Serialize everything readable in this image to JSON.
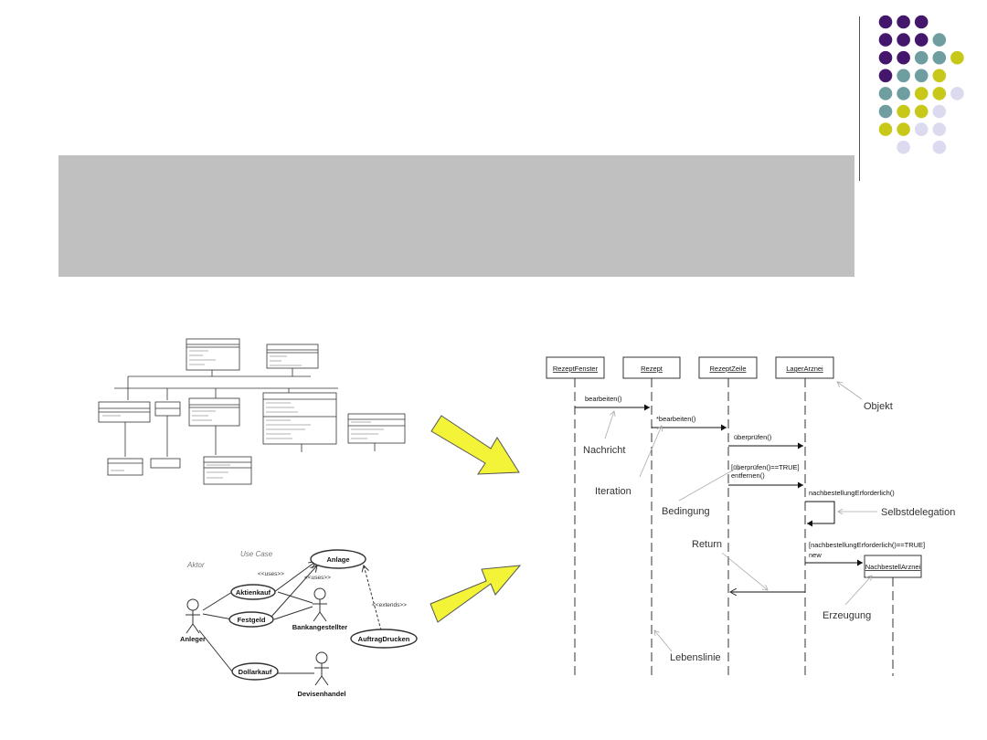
{
  "slide": {
    "title": ""
  },
  "decor": {
    "colors": {
      "purple": "#45176c",
      "teal": "#6e9ea0",
      "yellow": "#c8c81a",
      "lavender": "#dcdaee",
      "band": "#c0c0c0",
      "arrow": "#f3f338"
    },
    "dot_rows": [
      [
        "purple",
        "purple",
        "purple",
        null,
        null
      ],
      [
        "purple",
        "purple",
        "purple",
        "teal",
        null
      ],
      [
        "purple",
        "purple",
        "teal",
        "teal",
        "yellow"
      ],
      [
        "purple",
        "teal",
        "teal",
        "yellow",
        null
      ],
      [
        "teal",
        "teal",
        "yellow",
        "yellow",
        "lavender"
      ],
      [
        "teal",
        "yellow",
        "yellow",
        "lavender",
        null
      ],
      [
        "yellow",
        "yellow",
        "lavender",
        "lavender",
        null
      ],
      [
        null,
        "lavender",
        null,
        "lavender",
        null
      ]
    ]
  },
  "use_case": {
    "actor_label": "Aktor",
    "usecase_label": "Use Case",
    "cases": {
      "aktienkauf": "Aktienkauf",
      "festgeld": "Festgeld",
      "anlage": "Anlage",
      "auftrag": "AuftragDrucken",
      "dollarkauf": "Dollarkauf"
    },
    "actors": {
      "anleger": "Anleger",
      "bank": "Bankangestellter",
      "devisen": "Devisenhandel"
    },
    "uses1": "<<uses>>",
    "uses2": "<<uses>>",
    "extends": "<<extends>>"
  },
  "sequence": {
    "objects": [
      "RezeptFenster",
      "Rezept",
      "RezeptZeile",
      "LagerArznei"
    ],
    "new_object": "NachbestellArznei",
    "messages": {
      "m1": "bearbeiten()",
      "m2": "*bearbeiten()",
      "m3": "überprüfen()",
      "m4a": "[überprüfen()==TRUE]",
      "m4b": "entfernen()",
      "m5": "nachbestellungErforderlich()",
      "m6a": "[nachbestellungErforderlich()==TRUE]",
      "m6b": "new"
    },
    "annotations": {
      "objekt": "Objekt",
      "nachricht": "Nachricht",
      "iteration": "Iteration",
      "bedingung": "Bedingung",
      "selbstdelegation": "Selbstdelegation",
      "return": "Return",
      "erzeugung": "Erzeugung",
      "lebenslinie": "Lebenslinie"
    }
  }
}
